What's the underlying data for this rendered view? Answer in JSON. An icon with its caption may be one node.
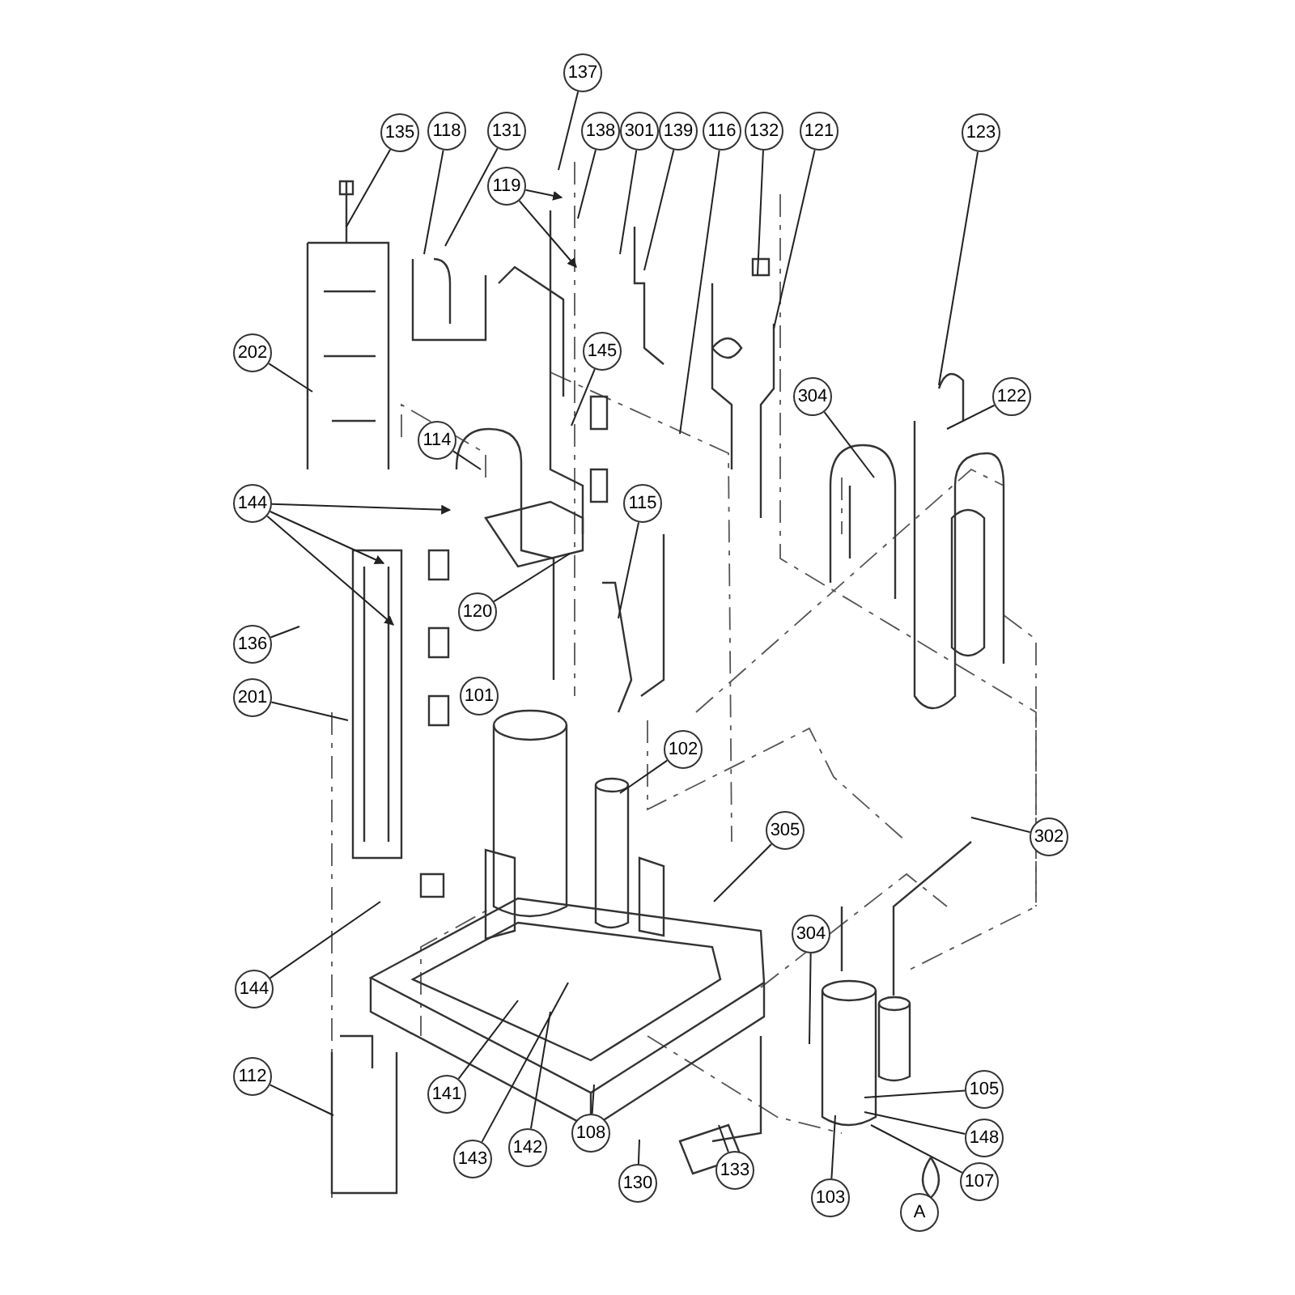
{
  "diagram": {
    "nodes": [
      {
        "text": [
          "137"
        ]
      },
      {
        "text": [
          "135"
        ]
      },
      {
        "text": [
          "118"
        ]
      },
      {
        "text": [
          "131"
        ]
      },
      {
        "text": [
          "138"
        ]
      },
      {
        "text": [
          "301"
        ]
      },
      {
        "text": [
          "139"
        ]
      },
      {
        "text": [
          "116"
        ]
      },
      {
        "text": [
          "132"
        ]
      },
      {
        "text": [
          "121"
        ]
      },
      {
        "text": [
          "123"
        ]
      },
      {
        "text": [
          "119"
        ]
      },
      {
        "text": [
          "202"
        ]
      },
      {
        "text": [
          "145"
        ]
      },
      {
        "text": [
          "304"
        ]
      },
      {
        "text": [
          "122"
        ]
      },
      {
        "text": [
          "114"
        ]
      },
      {
        "text": [
          "144"
        ]
      },
      {
        "text": [
          "115"
        ]
      },
      {
        "text": [
          "120"
        ]
      },
      {
        "text": [
          "136"
        ]
      },
      {
        "text": [
          "201"
        ]
      },
      {
        "text": [
          "101"
        ]
      },
      {
        "text": [
          "102"
        ]
      },
      {
        "text": [
          "305"
        ]
      },
      {
        "text": [
          "302"
        ]
      },
      {
        "text": [
          "304"
        ]
      },
      {
        "text": [
          "144"
        ]
      },
      {
        "text": [
          "112"
        ]
      },
      {
        "text": [
          "105"
        ]
      },
      {
        "text": [
          "141"
        ]
      },
      {
        "text": [
          "148"
        ]
      },
      {
        "text": [
          "108"
        ]
      },
      {
        "text": [
          "142"
        ]
      },
      {
        "text": [
          "143"
        ]
      },
      {
        "text": [
          "133"
        ]
      },
      {
        "text": [
          "107"
        ]
      },
      {
        "text": [
          "130"
        ]
      },
      {
        "text": [
          "103"
        ]
      },
      {
        "text": [
          "A"
        ]
      }
    ],
    "edges": [
      {
        "from": 0,
        "to": null,
        "arrow": "none"
      },
      {
        "from": 1,
        "to": null,
        "arrow": "none"
      },
      {
        "from": 2,
        "to": null,
        "arrow": "none"
      },
      {
        "from": 3,
        "to": null,
        "arrow": "none"
      },
      {
        "from": 4,
        "to": null,
        "arrow": "none"
      },
      {
        "from": 5,
        "to": null,
        "arrow": "none"
      },
      {
        "from": 6,
        "to": null,
        "arrow": "none"
      },
      {
        "from": 7,
        "to": null,
        "arrow": "none"
      },
      {
        "from": 8,
        "to": null,
        "arrow": "none"
      },
      {
        "from": 9,
        "to": null,
        "arrow": "none"
      },
      {
        "from": 10,
        "to": null,
        "arrow": "none"
      },
      {
        "from": 11,
        "to": null,
        "arrow": "to"
      },
      {
        "from": 11,
        "to": null,
        "arrow": "to"
      },
      {
        "from": 12,
        "to": null,
        "arrow": "none"
      },
      {
        "from": 13,
        "to": null,
        "arrow": "none"
      },
      {
        "from": 14,
        "to": null,
        "arrow": "none"
      },
      {
        "from": 15,
        "to": null,
        "arrow": "none"
      },
      {
        "from": 16,
        "to": null,
        "arrow": "none"
      },
      {
        "from": 17,
        "to": null,
        "arrow": "to"
      },
      {
        "from": 17,
        "to": null,
        "arrow": "to"
      },
      {
        "from": 17,
        "to": null,
        "arrow": "to"
      },
      {
        "from": 18,
        "to": null,
        "arrow": "none"
      },
      {
        "from": 19,
        "to": null,
        "arrow": "none"
      },
      {
        "from": 20,
        "to": null,
        "arrow": "none"
      },
      {
        "from": 21,
        "to": null,
        "arrow": "none"
      },
      {
        "from": 23,
        "to": null,
        "arrow": "none"
      },
      {
        "from": 24,
        "to": null,
        "arrow": "none"
      },
      {
        "from": 25,
        "to": null,
        "arrow": "none"
      },
      {
        "from": 26,
        "to": null,
        "arrow": "none"
      },
      {
        "from": 27,
        "to": null,
        "arrow": "none"
      },
      {
        "from": 28,
        "to": null,
        "arrow": "none"
      },
      {
        "from": 29,
        "to": null,
        "arrow": "none"
      },
      {
        "from": 30,
        "to": null,
        "arrow": "none"
      },
      {
        "from": 31,
        "to": null,
        "arrow": "none"
      },
      {
        "from": 32,
        "to": null,
        "arrow": "none"
      },
      {
        "from": 33,
        "to": null,
        "arrow": "none"
      },
      {
        "from": 34,
        "to": null,
        "arrow": "none"
      },
      {
        "from": 35,
        "to": null,
        "arrow": "none"
      },
      {
        "from": 36,
        "to": null,
        "arrow": "none"
      },
      {
        "from": 37,
        "to": null,
        "arrow": "none"
      },
      {
        "from": 38,
        "to": null,
        "arrow": "none"
      }
    ]
  }
}
